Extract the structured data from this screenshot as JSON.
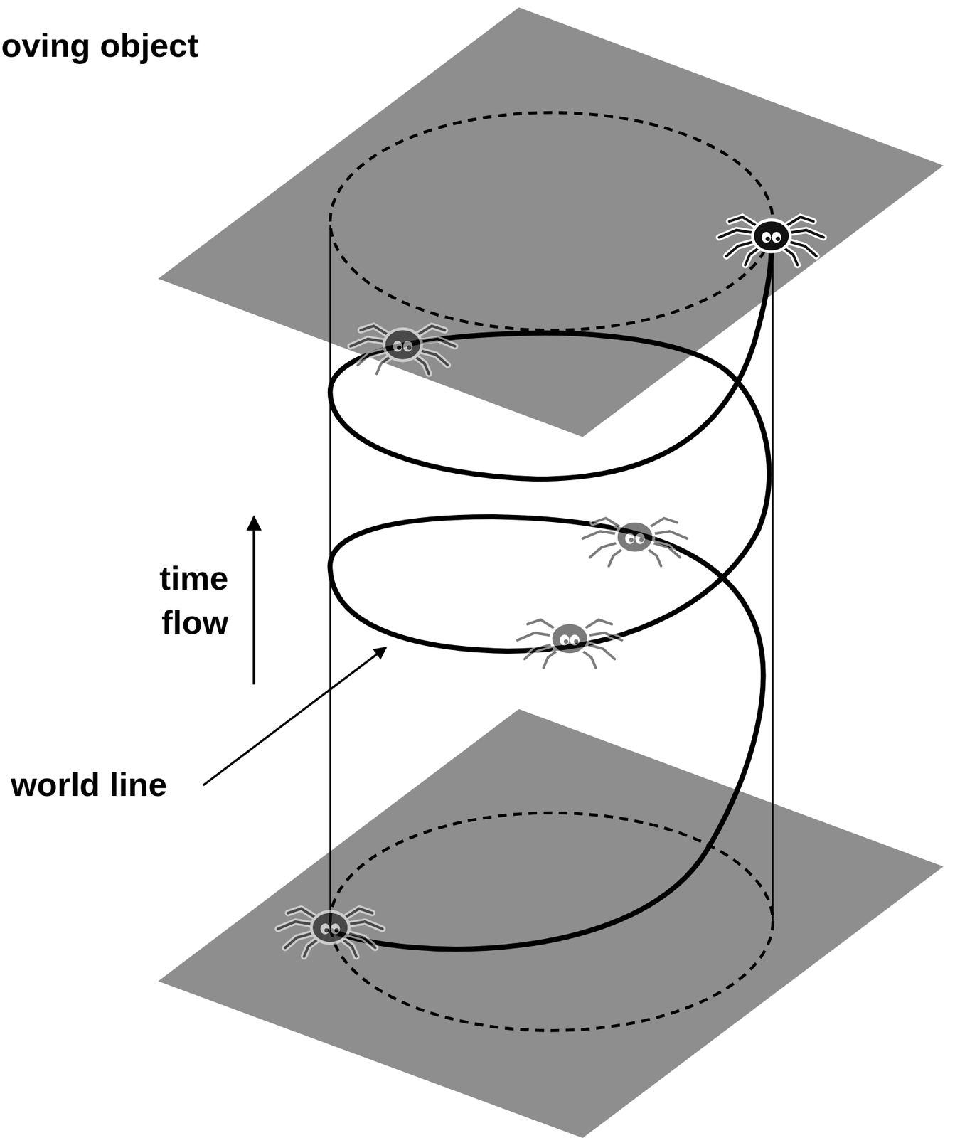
{
  "diagram": {
    "labels": [
      "oving object",
      "time flow",
      "world line"
    ]
  }
}
